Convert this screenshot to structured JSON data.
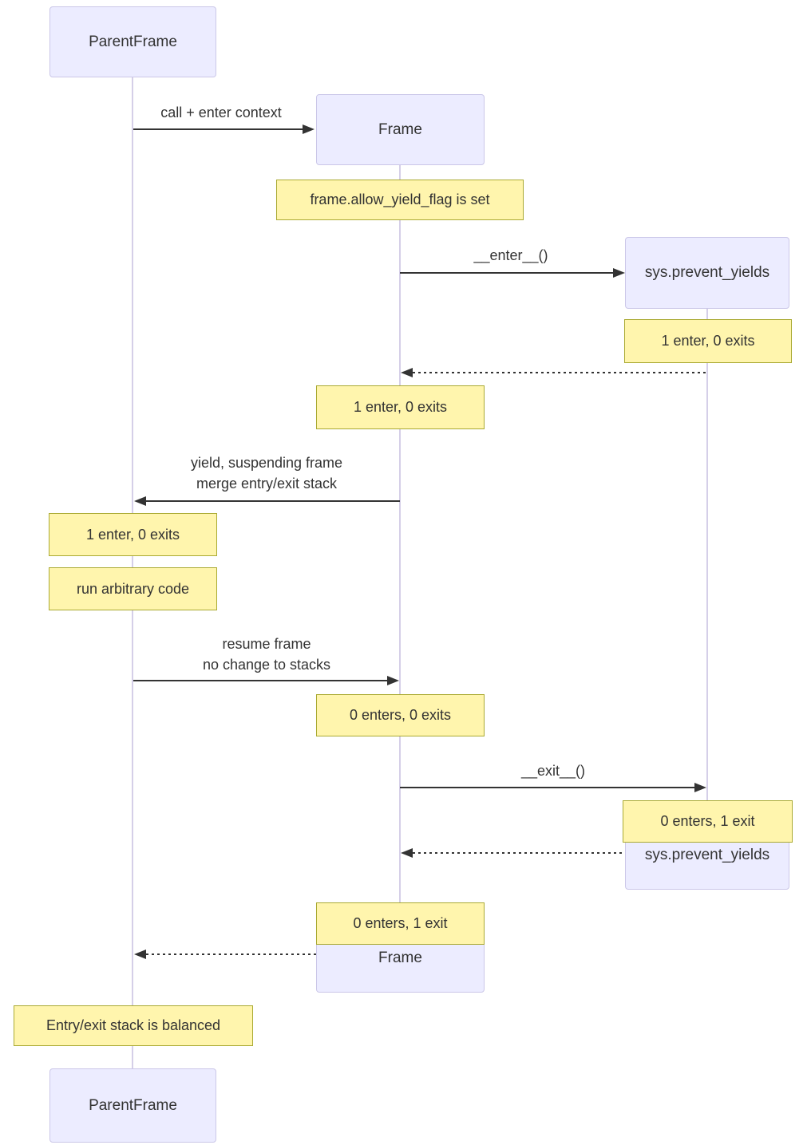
{
  "colors": {
    "actor_fill": "#ECECFF",
    "actor_border": "#CBC7E8",
    "note_fill": "#FFF5AD",
    "note_border": "#AAAA33",
    "line": "#333333",
    "lifeline": "#D5CFE8",
    "text": "#333333",
    "bg": "#FFFFFF"
  },
  "actors": {
    "parent_top": "ParentFrame",
    "frame_top": "Frame",
    "sys_top": "sys.prevent_yields",
    "sys_bottom": "sys.prevent_yields",
    "frame_bottom": "Frame",
    "parent_bottom": "ParentFrame"
  },
  "messages": {
    "call_enter_context": "call + enter context",
    "enter": "__enter__()",
    "yield_line1": "yield, suspending frame",
    "yield_line2": "merge entry/exit stack",
    "resume_line1": "resume frame",
    "resume_line2": "no change to stacks",
    "exit": "__exit__()"
  },
  "notes": {
    "allow_yield_flag": "frame.allow_yield_flag is set",
    "sys_after_enter": "1 enter, 0 exits",
    "frame_after_enter": "1 enter, 0 exits",
    "parent_after_yield": "1 enter, 0 exits",
    "run_arbitrary_code": "run arbitrary code",
    "frame_after_resume": "0 enters, 0 exits",
    "sys_after_exit": "0 enters, 1 exit",
    "frame_after_exit": "0 enters, 1 exit",
    "balanced": "Entry/exit stack is balanced"
  }
}
